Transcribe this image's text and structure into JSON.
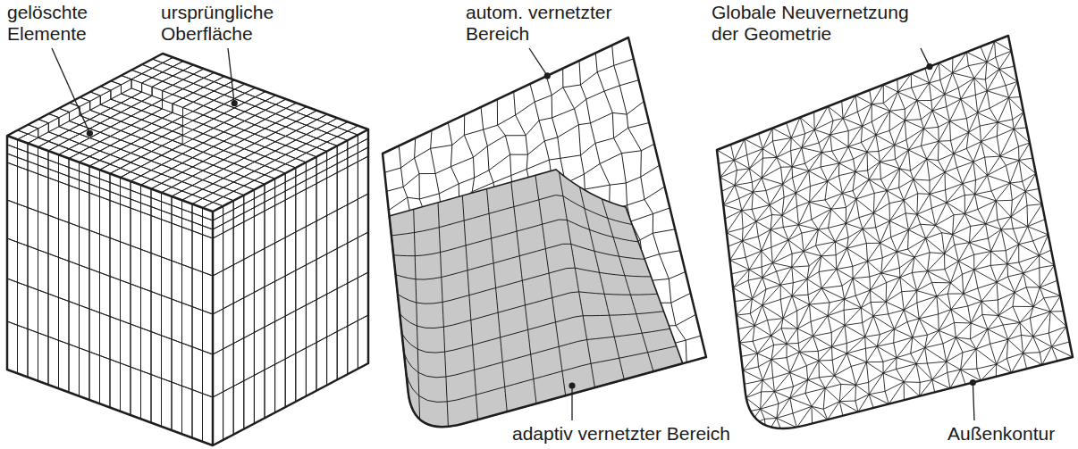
{
  "diagram": {
    "labels": [
      "gelöschte Elemente",
      "ursprüngliche Oberfläche",
      "autom. vernetzter Bereich",
      "Globale Neuvernetzung der Geometrie",
      "adaptiv vernetzter Bereich",
      "Außenkontur"
    ]
  }
}
